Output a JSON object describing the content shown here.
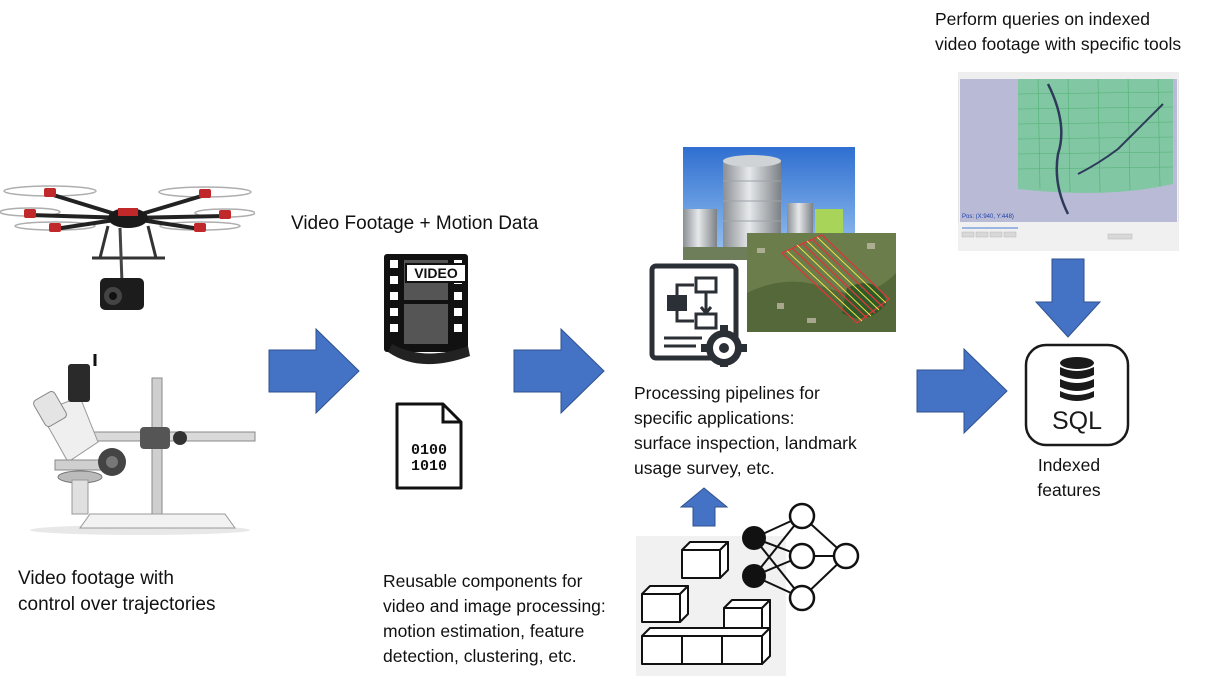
{
  "labels": {
    "footage_note": "Video footage with\ncontrol over trajectories",
    "video_motion": "Video Footage + Motion Data",
    "video_badge": "VIDEO",
    "binary_top": "0100",
    "binary_bottom": "1010",
    "pipelines": "Processing pipelines for\nspecific applications:\nsurface inspection, landmark\nusage survey, etc.",
    "components": "Reusable components for\nvideo and image processing:\nmotion estimation, feature\ndetection, clustering, etc.",
    "queries": "Perform queries on indexed\nvideo footage with specific tools",
    "indexed": "Indexed\nfeatures",
    "sql": "SQL",
    "tool_readout": "Pos: (X:940, Y:448)"
  },
  "colors": {
    "arrow": "#4472C4",
    "arrow_edge": "#2F528F",
    "icon_stroke": "#222222",
    "footage_overlay": "#55D27A"
  },
  "icons": [
    "drone-icon",
    "microscope-icon",
    "film-strip-icon",
    "binary-file-icon",
    "pipeline-gear-icon",
    "neural-network-icon",
    "cubes-icon",
    "database-icon"
  ]
}
